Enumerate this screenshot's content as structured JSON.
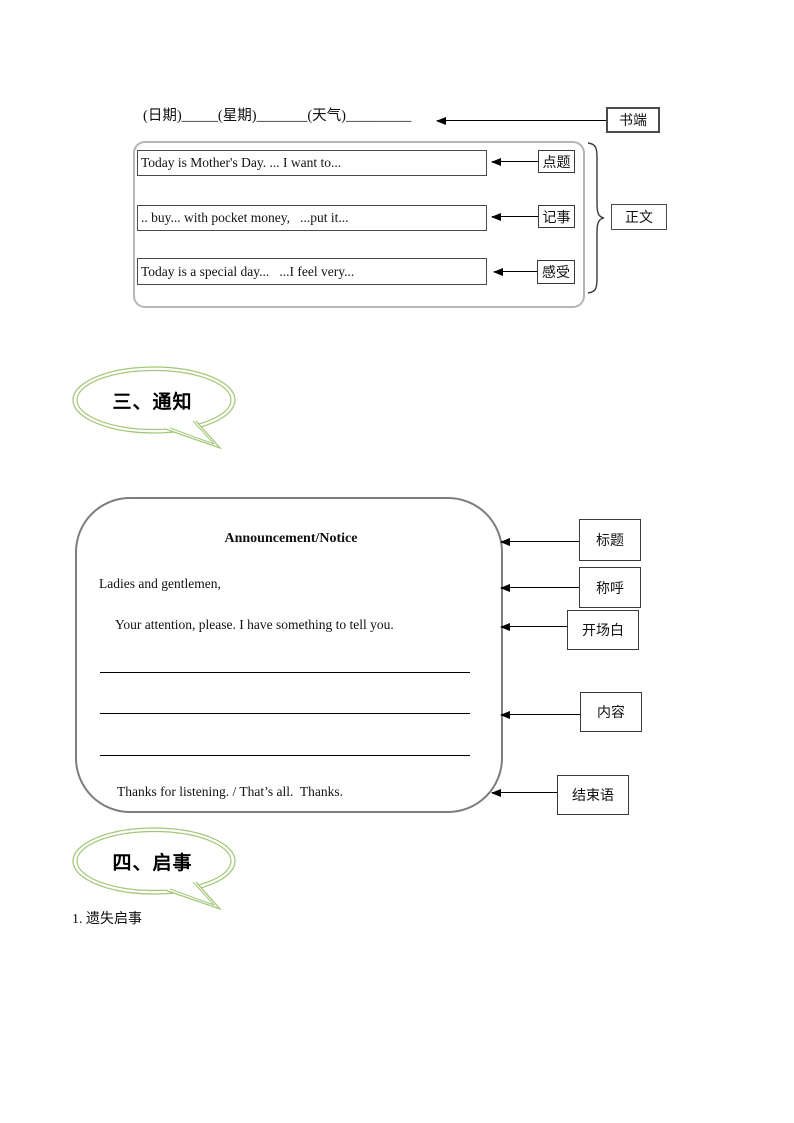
{
  "colors": {
    "accent_green": "#a3c779",
    "line_black": "#000000",
    "diary_container_border": "#b5b5b5",
    "announcement_border": "#7d7d7d"
  },
  "diary": {
    "header_line": "(日期)_____(星期)_______(天气)_________",
    "header_label": "书端",
    "rows": [
      {
        "text": "Today is Mother's Day. ... I want to...",
        "label": "点题"
      },
      {
        "text": ".. buy... with pocket money,   ...put it...",
        "label": "记事"
      },
      {
        "text": "Today is a special day...   ...I feel very...",
        "label": "感受"
      }
    ],
    "body_label": "正文"
  },
  "section_notice": {
    "bubble_label": "三、通知"
  },
  "announcement": {
    "title": "Announcement/Notice",
    "salutation": "Ladies and gentlemen,",
    "opening": "Your attention, please. I have something to tell you.",
    "closing": "Thanks for listening. / That’s all.  Thanks.",
    "labels": {
      "title": "标题",
      "salutation": "称呼",
      "opening": "开场白",
      "content": "内容",
      "closing": "结束语"
    }
  },
  "section_shishi": {
    "bubble_label": "四、启事",
    "item_1": "1. 遗失启事"
  }
}
